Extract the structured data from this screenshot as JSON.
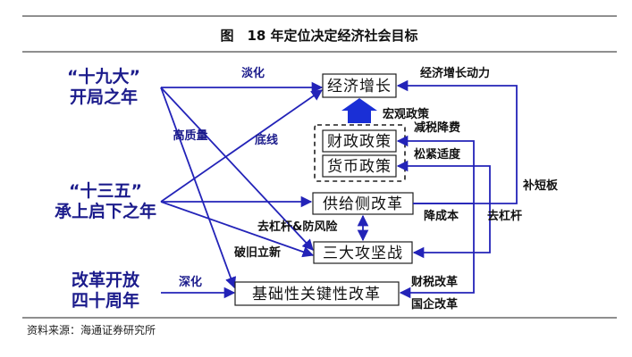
{
  "title": "图　18 年定位决定经济社会目标",
  "source": "资料来源：海通证券研究所",
  "left_nodes": {
    "n19_line1": "“十九大”",
    "n19_line2": "开局之年",
    "n13_line1": "“十三五”",
    "n13_line2": "承上启下之年",
    "reform_line1": "改革开放",
    "reform_line2": "四十周年"
  },
  "boxes": {
    "growth": "经济增长",
    "fiscal": "财政政策",
    "monetary": "货币政策",
    "supply": "供给侧改革",
    "battles": "三大攻坚战",
    "reform": "基础性关键性改革"
  },
  "labels": {
    "dilute": "淡化",
    "quality": "高质量",
    "bottom_line": "底线",
    "macro": "宏观政策",
    "tax_cut": "减税降费",
    "loose_tight": "松紧适度",
    "growth_power": "经济增长动力",
    "shortfall": "补短板",
    "deleverage_risk": "去杠杆&防风险",
    "cut_cost": "降成本",
    "deleverage": "去杠杆",
    "break_new": "破旧立新",
    "deepen": "深化",
    "fiscal_reform": "财税改革",
    "soe_reform": "国企改革"
  },
  "colors": {
    "arrow": "#2323b8",
    "text_blue": "#1c1c8c",
    "big_arrow": "#1a2fd6"
  }
}
